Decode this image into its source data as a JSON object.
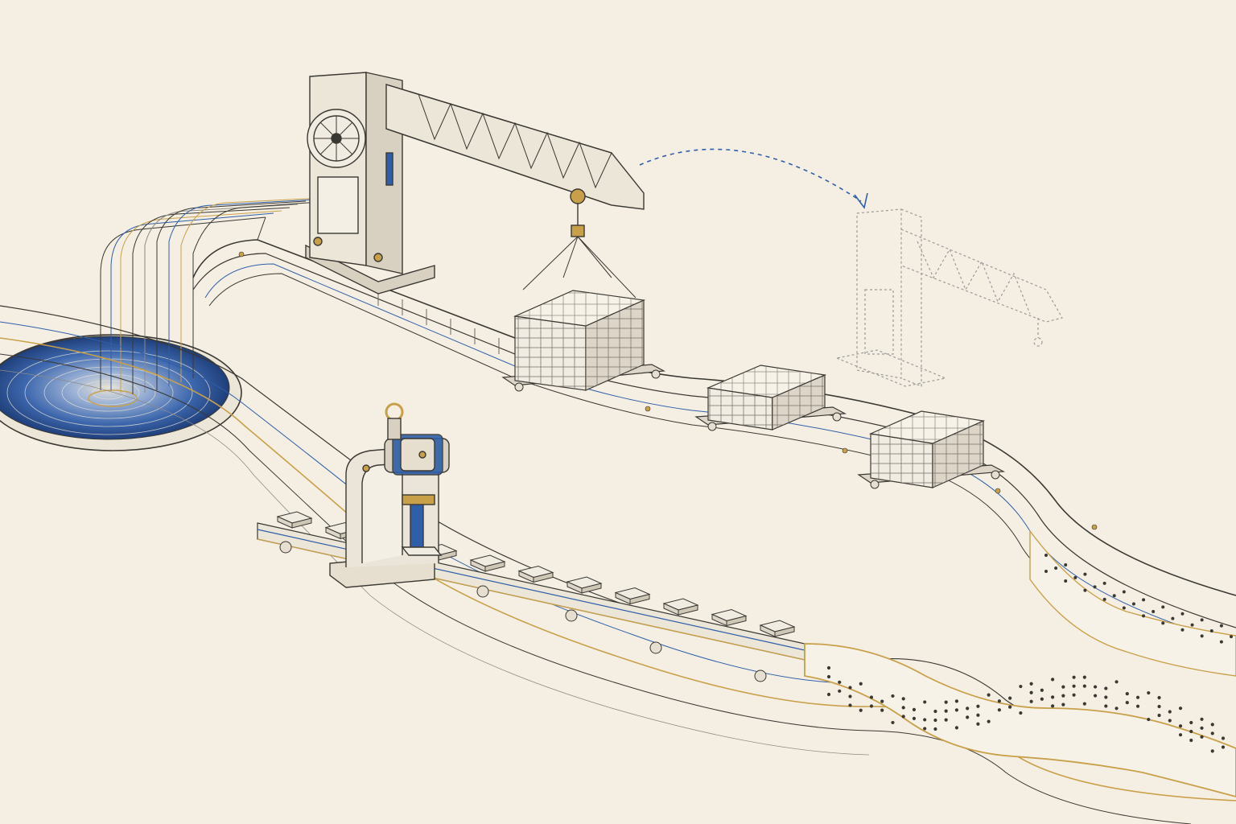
{
  "colors": {
    "paper": "#f5efe3",
    "ink": "#3a3833",
    "ink_light": "#8c8a84",
    "blue": "#2f5fa8",
    "blue_dark": "#1f3f7a",
    "gold": "#c9a04a",
    "block_face": "#f1ece2",
    "block_side": "#ddd6c8",
    "ghost": "#9a9a9a"
  },
  "objects": {
    "pool": "water-pool",
    "streams": "falling-streams",
    "upper_track": "upper-conveyor-track",
    "lower_track": "lower-conveyor-track",
    "crane": "gantry-crane",
    "ghost_crane": "ghost-crane-outline",
    "press": "stamping-press",
    "punched_tape": "punched-tape-ribbon",
    "arrow": "dashed-transfer-arrow"
  },
  "scene": {
    "lower_tiles": 11,
    "carts": 3
  }
}
